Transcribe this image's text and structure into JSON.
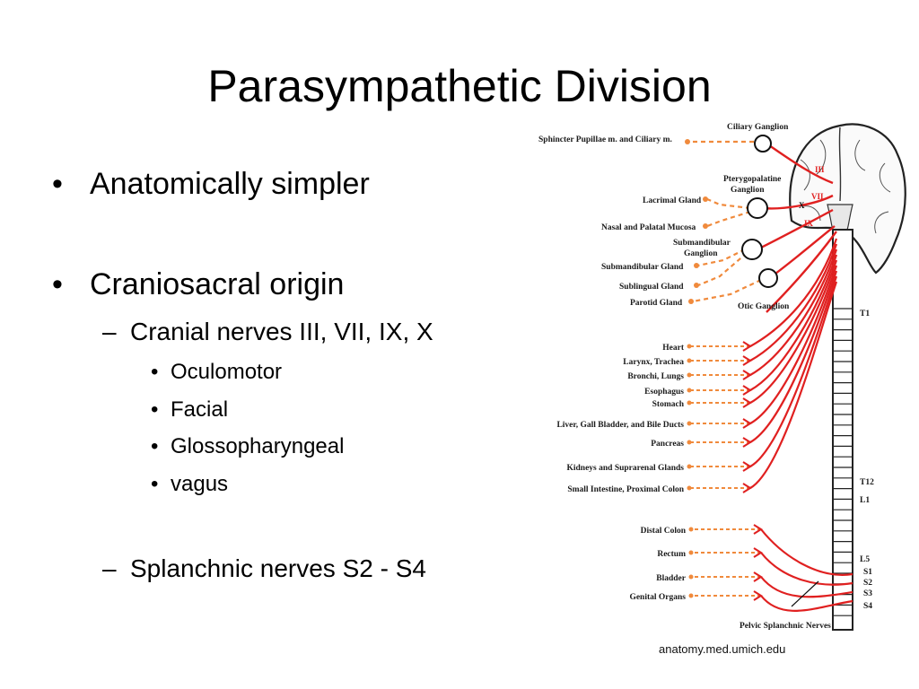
{
  "slide": {
    "title": "Parasympathetic Division",
    "bullets": [
      {
        "marker": "•",
        "text": "Anatomically simpler"
      },
      {
        "marker": "•",
        "text": "Craniosacral origin"
      },
      {
        "marker": "–",
        "text": "Cranial nerves III, VII, IX, X"
      },
      {
        "marker": "•",
        "text": "Oculomotor"
      },
      {
        "marker": "•",
        "text": "Facial"
      },
      {
        "marker": "•",
        "text": "Glossopharyngeal"
      },
      {
        "marker": "•",
        "text": "vagus"
      },
      {
        "marker": "–",
        "text": "Splanchnic nerves S2 - S4"
      }
    ],
    "source_credit": "anatomy.med.umich.edu"
  },
  "diagram": {
    "colors": {
      "nerve": "#e02020",
      "postganglionic": "#f08a3c",
      "outline": "#222222"
    },
    "cranial_labels": {
      "ciliary_ganglion": "Ciliary Ganglion",
      "sphincter": "Sphincter Pupillae m. and Ciliary m.",
      "pterygopalatine": [
        "Pterygopalatine",
        "Ganglion"
      ],
      "lacrimal": "Lacrimal Gland",
      "nasal": "Nasal and Palatal Mucosa",
      "submandibular_ganglion": [
        "Submandibular",
        "Ganglion"
      ],
      "submandibular_gland": "Submandibular Gland",
      "sublingual": "Sublingual Gland",
      "parotid": "Parotid Gland",
      "otic": "Otic Ganglion"
    },
    "cranial_nerve_numerals": [
      "III",
      "VII",
      "IX",
      "X"
    ],
    "vagus_organs": [
      "Heart",
      "Larynx, Trachea",
      "Bronchi, Lungs",
      "Esophagus",
      "Stomach",
      "Liver, Gall Bladder, and Bile Ducts",
      "Pancreas",
      "Kidneys and Suprarenal Glands",
      "Small Intestine, Proximal Colon"
    ],
    "sacral_organs": [
      "Distal Colon",
      "Rectum",
      "Bladder",
      "Genital Organs"
    ],
    "pelvic_label": "Pelvic Splanchnic Nerves",
    "spinal_levels": [
      "T1",
      "T12",
      "L1",
      "L5",
      "S1",
      "S2",
      "S3",
      "S4"
    ]
  }
}
